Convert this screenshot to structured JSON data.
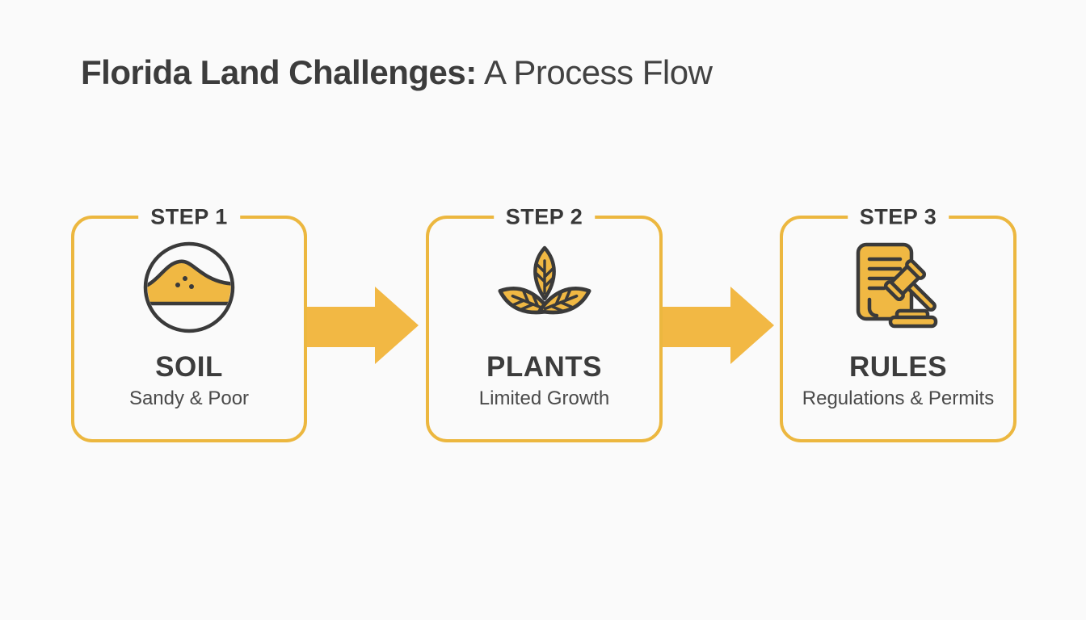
{
  "title": {
    "bold": "Florida Land Challenges:",
    "regular": "A Process Flow"
  },
  "steps": [
    {
      "label": "STEP 1",
      "icon": "soil-icon",
      "name": "SOIL",
      "description": "Sandy & Poor"
    },
    {
      "label": "STEP 2",
      "icon": "plants-icon",
      "name": "PLANTS",
      "description": "Limited Growth"
    },
    {
      "label": "STEP 3",
      "icon": "rules-icon",
      "name": "RULES",
      "description": "Regulations & Permits"
    }
  ],
  "arrows": [
    {
      "icon": "arrow-right-icon"
    },
    {
      "icon": "arrow-right-icon"
    }
  ],
  "colors": {
    "background": "#FAFAFA",
    "box_border": "#ECB73F",
    "arrow_fill": "#F2B844",
    "icon_fill": "#F0B843",
    "icon_outline": "#3A3A3A",
    "text_dark": "#3C3C3C",
    "text_muted": "#4A4A4A"
  }
}
